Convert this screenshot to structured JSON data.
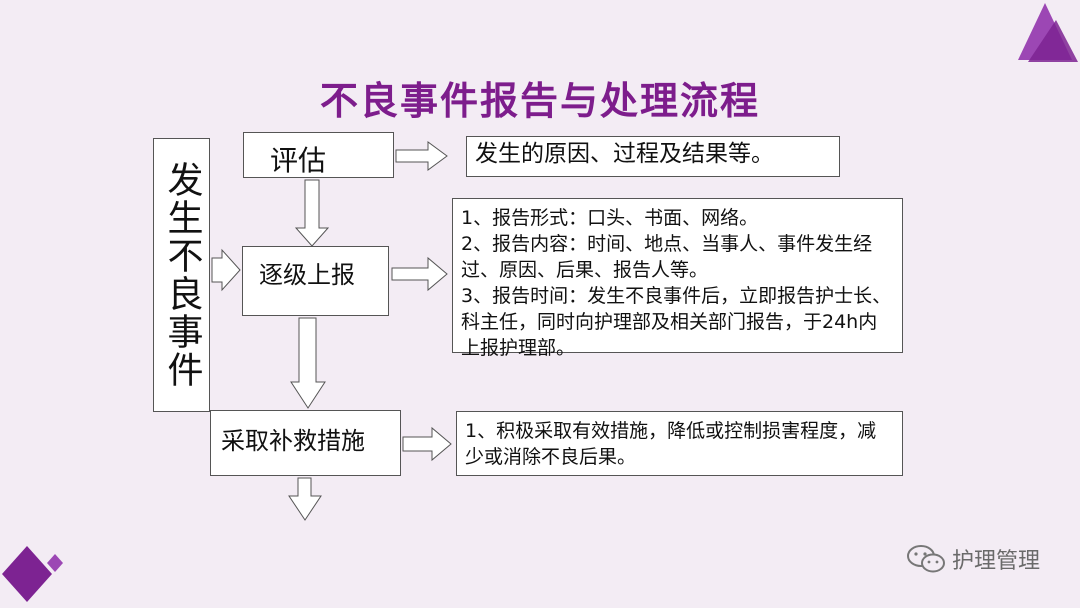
{
  "slide": {
    "title": "不良事件报告与处理流程",
    "side_label": "发生不良事件",
    "steps": [
      {
        "label": "评估",
        "note": "发生的原因、过程及结果等。"
      },
      {
        "label": "逐级上报",
        "note": "1、报告形式：口头、书面、网络。\n2、报告内容：时间、地点、当事人、事件发生经过、原因、后果、报告人等。\n3、报告时间：发生不良事件后，立即报告护士长、科主任，同时向护理部及相关部门报告，于24h内上报护理部。"
      },
      {
        "label": "采取补救措施",
        "note": "1、积极采取有效措施，降低或控制损害程度，减 少或消除不良后果。"
      }
    ],
    "watermark": "护理管理",
    "colors": {
      "title": "#7d1d8c",
      "accent_purple": "#8a2aa0",
      "background": "#f3ecf4"
    },
    "icons": {
      "watermark_icon": "wechat-icon"
    }
  }
}
